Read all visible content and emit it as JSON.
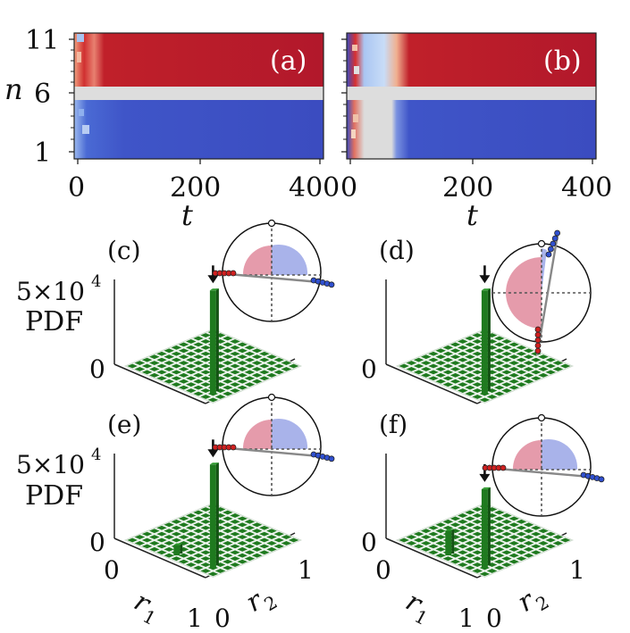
{
  "chart_data": [
    {
      "panel": "(a)",
      "type": "heatmap",
      "x_label": "t",
      "y_label": "n",
      "x_ticks": [
        "0",
        "200",
        "400"
      ],
      "y_ticks": [
        "1",
        "6",
        "11"
      ],
      "xlim": [
        0,
        400
      ],
      "ylim": [
        1,
        11
      ],
      "colors": {
        "high": "#b2182b",
        "mid": "#dddddd",
        "low": "#3b4cc0"
      },
      "rows": [
        {
          "n": 11,
          "state": "high",
          "onset": 5
        },
        {
          "n": 10,
          "state": "high",
          "onset": 5
        },
        {
          "n": 9,
          "state": "high",
          "onset": 8
        },
        {
          "n": 8,
          "state": "high",
          "onset": 8
        },
        {
          "n": 7,
          "state": "high",
          "onset": 6
        },
        {
          "n": 6,
          "state": "mid",
          "onset": 0
        },
        {
          "n": 5,
          "state": "low",
          "onset": 5
        },
        {
          "n": 4,
          "state": "low",
          "onset": 10
        },
        {
          "n": 3,
          "state": "low",
          "onset": 18
        },
        {
          "n": 2,
          "state": "low",
          "onset": 8
        },
        {
          "n": 1,
          "state": "low",
          "onset": 5
        }
      ]
    },
    {
      "panel": "(b)",
      "type": "heatmap",
      "x_label": "t",
      "y_label": "n",
      "x_ticks": [
        "0",
        "200",
        "400"
      ],
      "y_ticks": [
        "1",
        "6",
        "11"
      ],
      "xlim": [
        0,
        400
      ],
      "ylim": [
        1,
        11
      ],
      "colors": {
        "high": "#b2182b",
        "mid": "#dddddd",
        "low": "#3b4cc0"
      },
      "rows": [
        {
          "n": 11,
          "state": "high",
          "onset": 95
        },
        {
          "n": 10,
          "state": "high",
          "onset": 95
        },
        {
          "n": 9,
          "state": "high",
          "onset": 95
        },
        {
          "n": 8,
          "state": "high",
          "onset": 95
        },
        {
          "n": 7,
          "state": "high",
          "onset": 95
        },
        {
          "n": 6,
          "state": "mid",
          "onset": 0
        },
        {
          "n": 5,
          "state": "low",
          "onset": 70
        },
        {
          "n": 4,
          "state": "low",
          "onset": 70
        },
        {
          "n": 3,
          "state": "low",
          "onset": 75
        },
        {
          "n": 2,
          "state": "low",
          "onset": 70
        },
        {
          "n": 1,
          "state": "low",
          "onset": 70
        }
      ]
    },
    {
      "panel": "(c)",
      "type": "bar3d",
      "y_label": "PDF",
      "z_tick_top": "5×10⁴",
      "z_tick_bottom": "0",
      "x_label": "r₁",
      "y_label2": "r₂",
      "grid_size": 12,
      "peaks": [
        {
          "r1": 0.9,
          "r2": 0.1,
          "value": 50000,
          "arrow": true
        }
      ]
    },
    {
      "panel": "(d)",
      "type": "bar3d",
      "y_label": "PDF",
      "z_tick_bottom": "0",
      "x_label": "r₁",
      "y_label2": "r₂",
      "grid_size": 12,
      "peaks": [
        {
          "r1": 0.9,
          "r2": 0.1,
          "value": 50000,
          "arrow": true
        }
      ]
    },
    {
      "panel": "(e)",
      "type": "bar3d",
      "y_label": "PDF",
      "z_tick_top": "5×10⁴",
      "z_tick_bottom": "0",
      "x_label": "r₁",
      "y_label2": "r₂",
      "x_ticks": [
        "0",
        "1"
      ],
      "y_ticks": [
        "0",
        "1"
      ],
      "grid_size": 12,
      "peaks": [
        {
          "r1": 0.9,
          "r2": 0.1,
          "value": 50000,
          "arrow": true
        },
        {
          "r1": 0.5,
          "r2": 0.05,
          "value": 5000,
          "arrow": false
        }
      ]
    },
    {
      "panel": "(f)",
      "type": "bar3d",
      "y_label": "PDF",
      "z_tick_bottom": "0",
      "x_label": "r₁",
      "y_label2": "r₂",
      "x_ticks": [
        "0",
        "1"
      ],
      "y_ticks": [
        "0",
        "1"
      ],
      "grid_size": 12,
      "peaks": [
        {
          "r1": 0.9,
          "r2": 0.1,
          "value": 38000,
          "arrow": true
        },
        {
          "r1": 0.5,
          "r2": 0.05,
          "value": 12000,
          "arrow": false
        }
      ]
    }
  ],
  "labels": {
    "a": "(a)",
    "b": "(b)",
    "c": "(c)",
    "d": "(d)",
    "e": "(e)",
    "f": "(f)",
    "t": "t",
    "n": "n",
    "pdf": "PDF",
    "five_e4": "5×10",
    "four": "4",
    "zero": "0",
    "one": "1",
    "six": "6",
    "eleven": "11",
    "two_hundred": "200",
    "four_hundred": "400",
    "r1": "r",
    "r1_sub": "1",
    "r2": "r",
    "r2_sub": "2"
  },
  "colors": {
    "red": "#b2182b",
    "blue": "#3b4cc0",
    "gray": "#dddddd",
    "green": "#1f7a1f",
    "green_dark": "#145214",
    "pink": "#e08a9c",
    "lavender": "#9aa6e6"
  }
}
